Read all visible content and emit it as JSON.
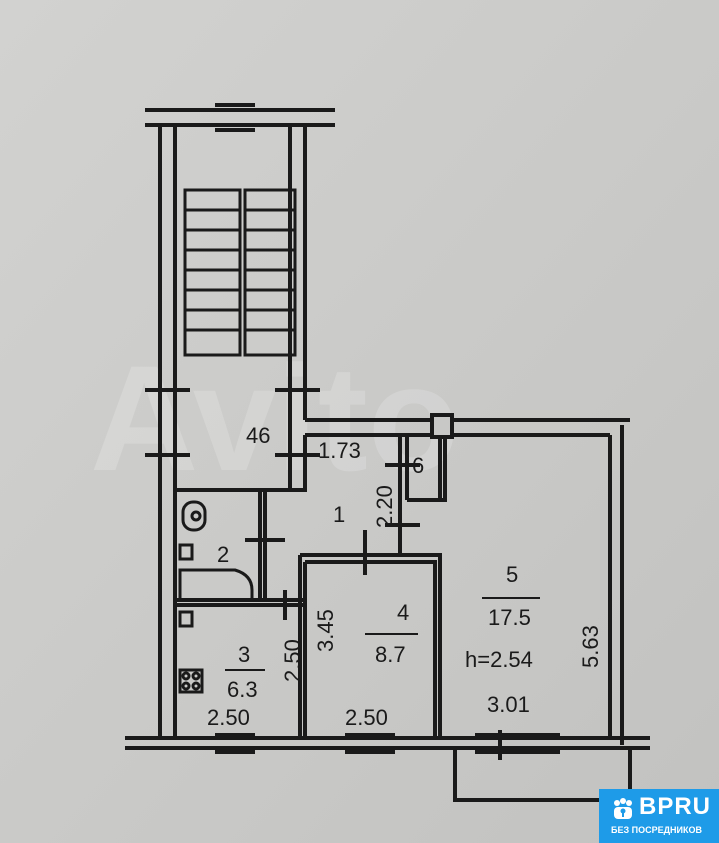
{
  "watermark": "Avito",
  "rooms": {
    "stairwell": {
      "number": "46"
    },
    "hall": {
      "number": "1"
    },
    "bathroom": {
      "number": "2"
    },
    "kitchen": {
      "number": "3",
      "area": "6.3"
    },
    "room4": {
      "number": "4",
      "area": "8.7"
    },
    "room5": {
      "number": "5",
      "area": "17.5",
      "height": "h=2.54"
    },
    "closet": {
      "number": "6"
    }
  },
  "dimensions": {
    "hall_width": "1.73",
    "closet_length": "2.20",
    "room5_length": "5.63",
    "room5_width": "3.01",
    "room4_length": "3.45",
    "room4_width": "2.50",
    "kitchen_length": "2.50",
    "kitchen_width": "2.50"
  },
  "badge": {
    "title": "BPRU",
    "subtitle": "БЕЗ ПОСРЕДНИКОВ",
    "color": "#1e9be8"
  }
}
